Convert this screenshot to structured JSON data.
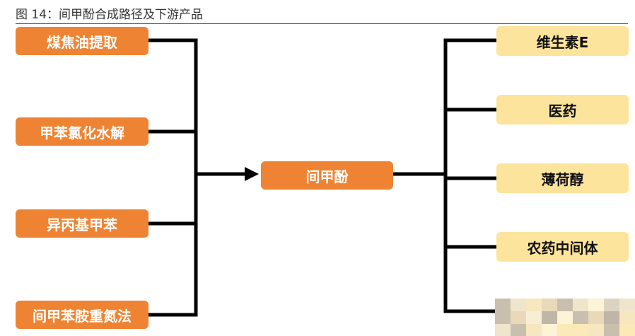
{
  "figure": {
    "title": "图 14：间甲酚合成路径及下游产品"
  },
  "sources": [
    {
      "label": "煤焦油提取"
    },
    {
      "label": "甲苯氯化水解"
    },
    {
      "label": "异丙基甲苯"
    },
    {
      "label": "间甲苯胺重氮法"
    }
  ],
  "center": {
    "label": "间甲酚"
  },
  "products": [
    {
      "label": "维生素E"
    },
    {
      "label": "医药"
    },
    {
      "label": "薄荷醇"
    },
    {
      "label": "农药中间体"
    }
  ],
  "colors": {
    "source_box": "#ee8433",
    "center_box": "#ee8433",
    "product_box": "#fde49c",
    "connector": "#000000"
  },
  "icons": {
    "redacted_product": "pixelated-mosaic-icon"
  }
}
